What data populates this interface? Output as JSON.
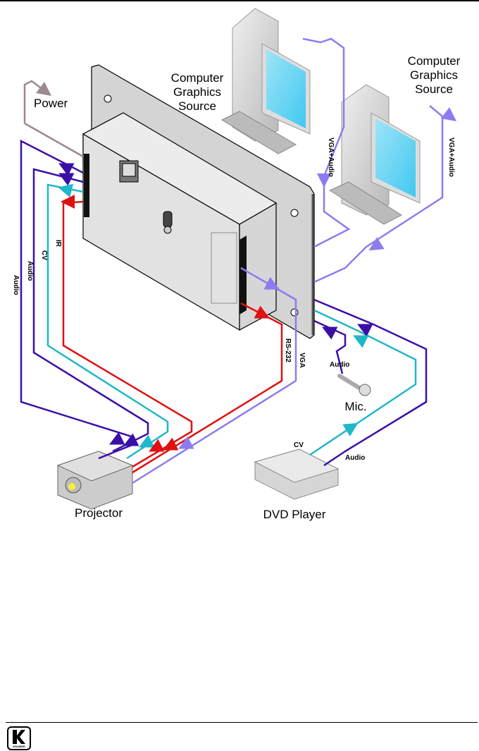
{
  "diagram": {
    "title_labels": {
      "source_left": [
        "Computer",
        "Graphics",
        "Source"
      ],
      "source_right": [
        "Computer",
        "Graphics",
        "Source"
      ],
      "power": "Power",
      "projector": "Projector",
      "dvd_player": "DVD Player",
      "mic": "Mic."
    },
    "cable_labels": {
      "vga_audio_left": "VGA+Audio",
      "vga_audio_right": "VGA+Audio",
      "audio_1": "Audio",
      "audio_2": "Audio",
      "cv": "CV",
      "ir": "IR",
      "rs232": "RS-232",
      "vga": "VGA",
      "mic_audio": "Audio",
      "dvd_cv": "CV",
      "dvd_audio": "Audio"
    },
    "colors": {
      "audio": "#3a0fa8",
      "cv": "#1fb8c8",
      "ir_rs232": "#e01010",
      "vga": "#8c7cf0",
      "power": "#9c8890",
      "plate": "#d4d4d4",
      "box": "#e6e6e6"
    }
  },
  "footer": {
    "logo_text": "KRAMER"
  }
}
